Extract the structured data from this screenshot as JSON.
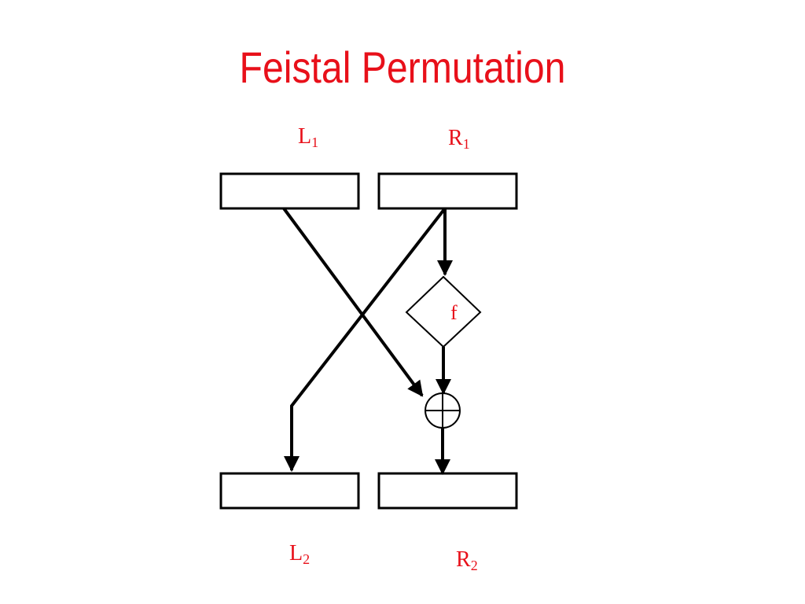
{
  "title": "Feistal Permutation",
  "colors": {
    "title": "#e8101a",
    "labels": "#e8101a",
    "lines": "#000000"
  },
  "labels": {
    "l1": {
      "letter": "L",
      "sub": "1"
    },
    "r1": {
      "letter": "R",
      "sub": "1"
    },
    "l2": {
      "letter": "L",
      "sub": "2"
    },
    "r2": {
      "letter": "R",
      "sub": "2"
    },
    "f": "f"
  },
  "icons": {
    "xor": "circled-plus-xor-icon",
    "function": "diamond-function-icon"
  }
}
